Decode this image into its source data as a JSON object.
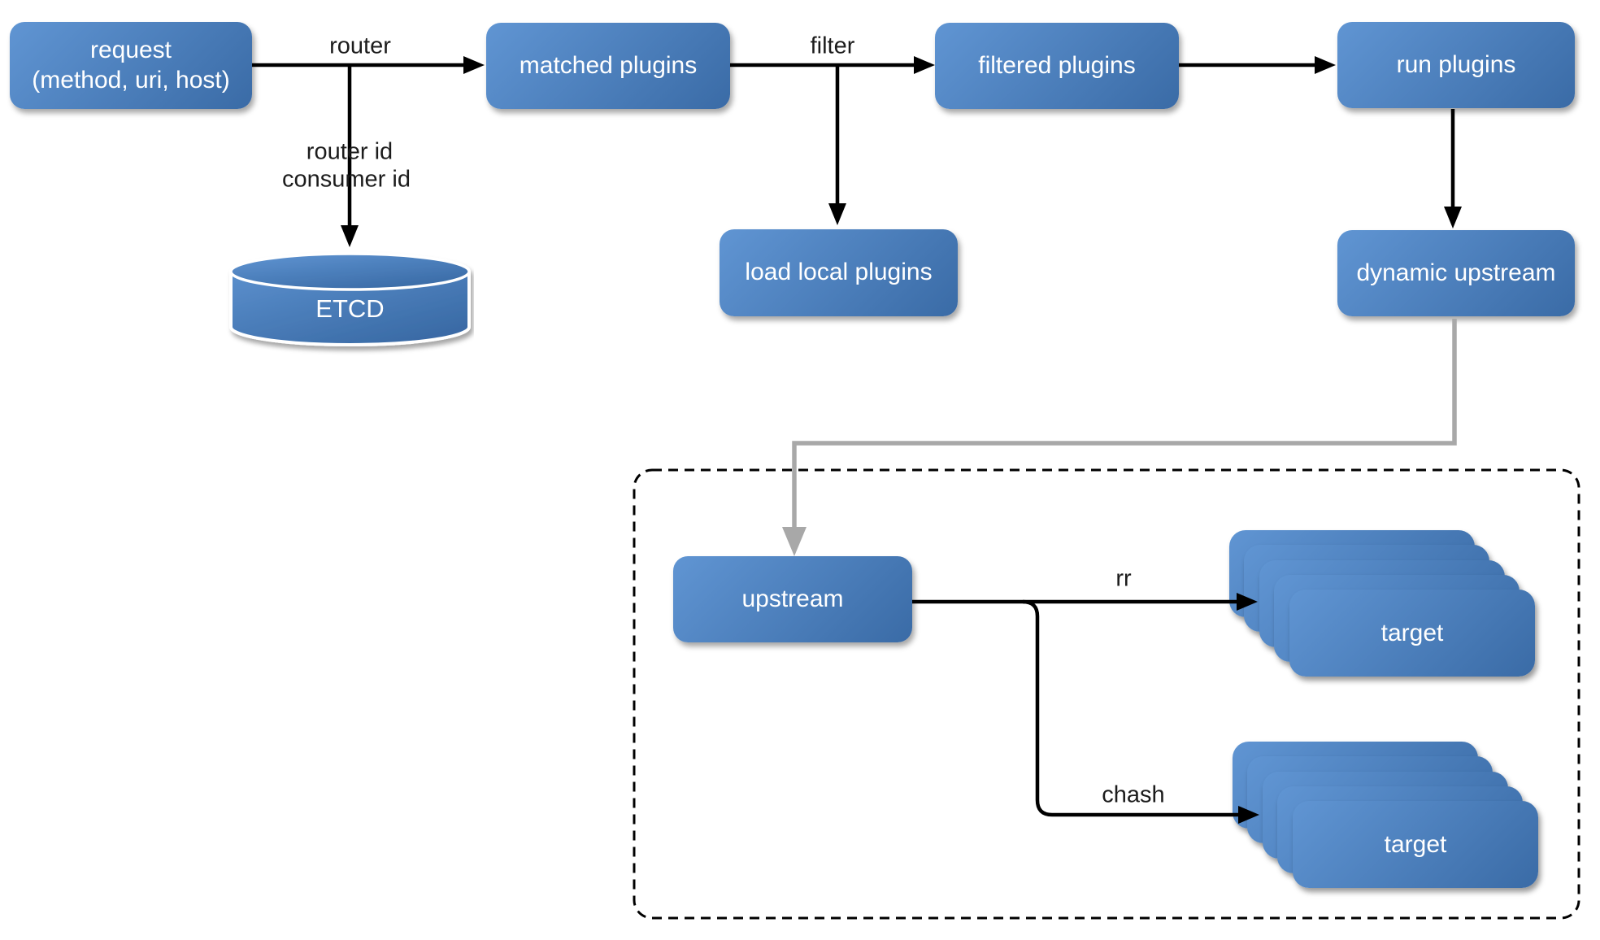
{
  "nodes": {
    "request": {
      "line1": "request",
      "line2": "(method, uri, host)"
    },
    "matched_plugins": {
      "label": "matched plugins"
    },
    "filtered_plugins": {
      "label": "filtered plugins"
    },
    "run_plugins": {
      "label": "run plugins"
    },
    "load_local_plugins": {
      "label": "load local plugins"
    },
    "etcd": {
      "label": "ETCD"
    },
    "dynamic_upstream": {
      "label": "dynamic upstream"
    },
    "upstream": {
      "label": "upstream"
    },
    "target_rr": {
      "label": "target"
    },
    "target_chash": {
      "label": "target"
    }
  },
  "edge_labels": {
    "router": "router",
    "router_id": "router id",
    "consumer_id": "consumer id",
    "filter": "filter",
    "rr": "rr",
    "chash": "chash"
  },
  "colors": {
    "background": "#ffffff",
    "node_gradient_start": "#6095d3",
    "node_gradient_end": "#3a6ba6",
    "node_text": "#ffffff",
    "edge_label_text": "#1c1c1c",
    "black_connector": "#000000",
    "gray_connector": "#a8a8a8"
  }
}
